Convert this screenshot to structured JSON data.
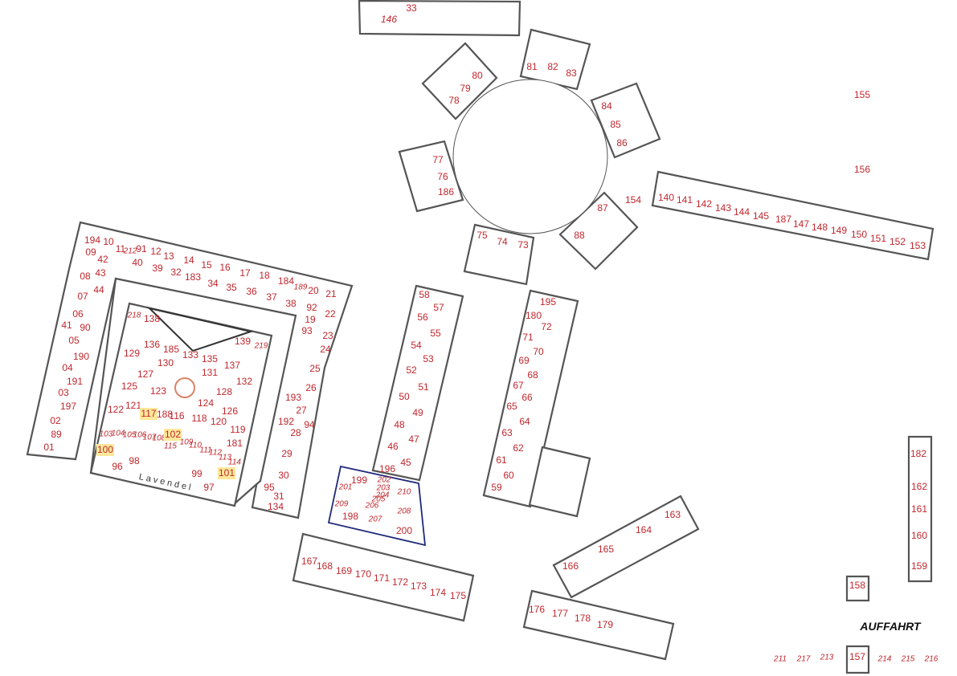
{
  "map": {
    "auffahrt_label": "AUFFAHRT",
    "lavendel_label": "Lavendel",
    "colors": {
      "label": "#c0272d",
      "block_stroke": "#555555",
      "special_stroke": "#1f2a7a",
      "highlight": "#fde89a",
      "fountain": "#d9826a",
      "lavender_green": "#cfe3c0",
      "lavender_yellow": "#f7efb8"
    },
    "highlighted_stands": [
      "117",
      "102",
      "100",
      "101"
    ],
    "stands": [
      "33",
      "146",
      "81",
      "82",
      "83",
      "80",
      "79",
      "78",
      "84",
      "85",
      "86",
      "77",
      "76",
      "186",
      "87",
      "88",
      "154",
      "75",
      "74",
      "73",
      "155",
      "156",
      "140",
      "141",
      "142",
      "143",
      "144",
      "145",
      "187",
      "147",
      "148",
      "149",
      "150",
      "151",
      "152",
      "153",
      "194",
      "10",
      "11",
      "212",
      "91",
      "12",
      "13",
      "14",
      "15",
      "16",
      "17",
      "18",
      "184",
      "189",
      "20",
      "09",
      "42",
      "40",
      "39",
      "32",
      "183",
      "34",
      "35",
      "36",
      "37",
      "38",
      "21",
      "08",
      "43",
      "44",
      "07",
      "06",
      "41",
      "90",
      "05",
      "190",
      "04",
      "191",
      "03",
      "197",
      "02",
      "89",
      "01",
      "92",
      "19",
      "93",
      "22",
      "23",
      "24",
      "25",
      "26",
      "193",
      "27",
      "192",
      "94",
      "28",
      "29",
      "30",
      "95",
      "31",
      "134",
      "218",
      "138",
      "136",
      "185",
      "133",
      "135",
      "137",
      "139",
      "219",
      "129",
      "130",
      "131",
      "132",
      "127",
      "128",
      "125",
      "123",
      "124",
      "126",
      "122",
      "121",
      "117",
      "188",
      "116",
      "118",
      "120",
      "119",
      "103",
      "104",
      "105",
      "106",
      "107",
      "108",
      "102",
      "115",
      "109",
      "110",
      "111",
      "112",
      "113",
      "114",
      "181",
      "100",
      "98",
      "96",
      "99",
      "101",
      "97",
      "58",
      "57",
      "56",
      "55",
      "54",
      "53",
      "52",
      "51",
      "50",
      "49",
      "48",
      "47",
      "46",
      "45",
      "196",
      "199",
      "202",
      "203",
      "204",
      "205",
      "206",
      "201",
      "210",
      "209",
      "208",
      "198",
      "207",
      "200",
      "195",
      "180",
      "72",
      "71",
      "70",
      "69",
      "68",
      "67",
      "66",
      "65",
      "64",
      "63",
      "62",
      "61",
      "60",
      "59",
      "167",
      "168",
      "169",
      "170",
      "171",
      "172",
      "173",
      "174",
      "175",
      "163",
      "164",
      "165",
      "166",
      "176",
      "177",
      "178",
      "179",
      "182",
      "162",
      "161",
      "160",
      "159",
      "158",
      "157",
      "211",
      "217",
      "213",
      "214",
      "215",
      "216"
    ]
  }
}
